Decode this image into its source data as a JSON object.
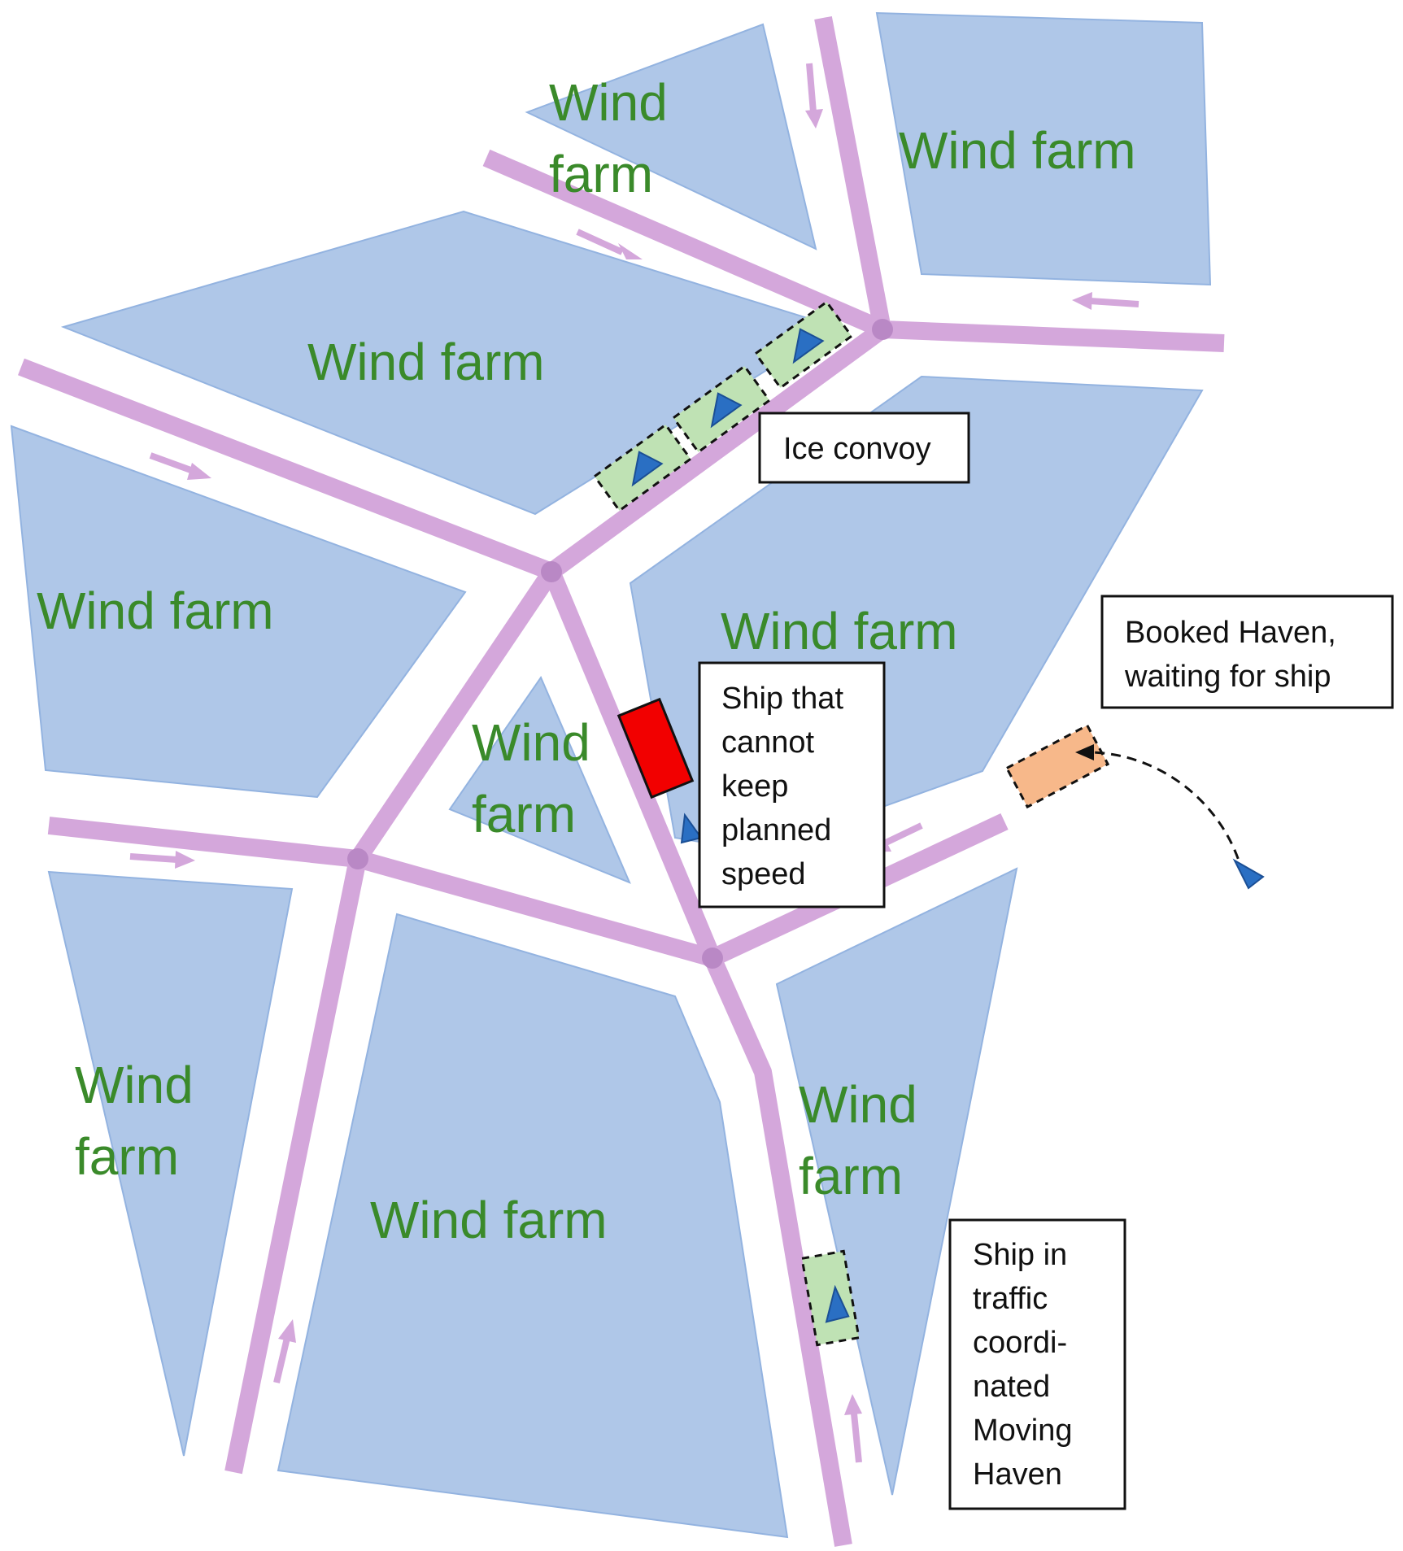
{
  "farm_label": "Wind farm",
  "farm_label_split": [
    "Wind",
    "farm"
  ],
  "callouts": {
    "ice_convoy": [
      "Ice convoy"
    ],
    "slow_ship": [
      "Ship that",
      "cannot",
      "keep",
      "planned",
      "speed"
    ],
    "booked_haven": [
      "Booked Haven,",
      "waiting for ship"
    ],
    "moving_haven": [
      "Ship in",
      "traffic",
      "coordi-",
      "nated",
      "Moving",
      "Haven"
    ]
  },
  "colors": {
    "wind_farm_fill": "#afc7e8",
    "shipping_lane": "#d4a7db",
    "farm_label_text": "#3a8a2a",
    "ship": "#2a6fc3",
    "moving_haven_fill": "#bfe2b4",
    "booked_haven_fill": "#f7b88a",
    "problem_ship": "#f20000"
  }
}
